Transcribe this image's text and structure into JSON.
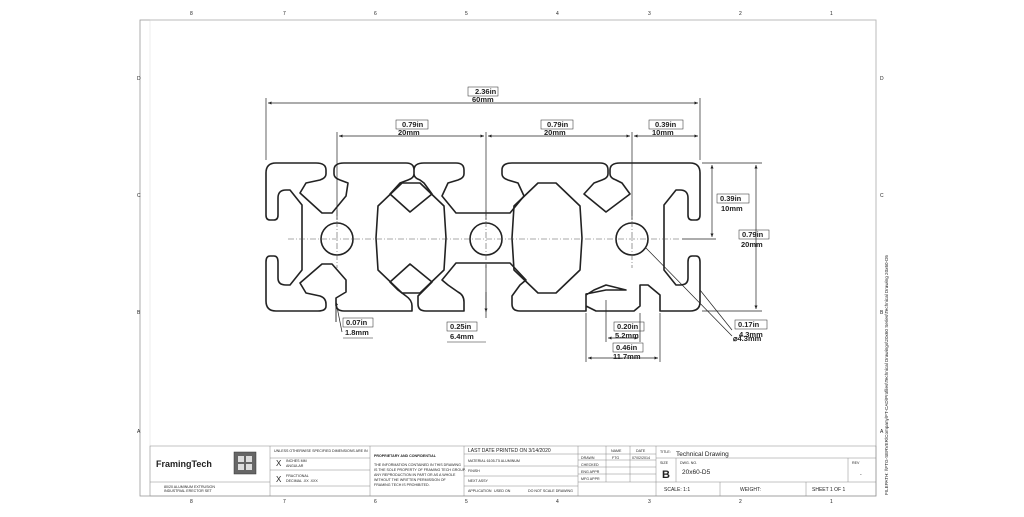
{
  "border": {
    "top_columns": [
      "8",
      "7",
      "6",
      "5",
      "4",
      "3",
      "2",
      "1"
    ],
    "bottom_columns": [
      "8",
      "7",
      "6",
      "5",
      "4",
      "3",
      "2",
      "1"
    ],
    "left_rows": [
      "D",
      "C",
      "B",
      "A"
    ],
    "right_rows": [
      "D",
      "C",
      "B",
      "A"
    ]
  },
  "dimensions": {
    "overall_width_in": "2.36in",
    "overall_width_mm": "60mm",
    "pitch1_in": "0.79in",
    "pitch1_mm": "20mm",
    "pitch2_in": "0.79in",
    "pitch2_mm": "20mm",
    "edge_in": "0.39in",
    "edge_mm": "10mm",
    "half_height_in": "0.39in",
    "half_height_mm": "10mm",
    "height_in": "0.79in",
    "height_mm": "20mm",
    "wall_in": "0.07in",
    "wall_mm": "1.8mm",
    "slot_depth_in": "0.25in",
    "slot_depth_mm": "6.4mm",
    "slot_opening_in": "0.20in",
    "slot_opening_mm": "5.2mm",
    "slot_width_in": "0.46in",
    "slot_width_mm": "11.7mm",
    "lip_in": "0.17in",
    "lip_mm": "4.3mm",
    "bore": "⌀4.3mm"
  },
  "title_block": {
    "logo": "FramingTech",
    "unit_heading": "UNLESS OTHERWISE SPECIFIED DIMENSIONS ARE IN",
    "unit_row1": "INCHES    MM",
    "unit_row2": "ANGULAR",
    "unit_row3": "FRACTIONAL",
    "unit_row4": "DECIMAL    .XX    .XXX",
    "company_line1": "80/20 ALUMINUM EXTRUSION",
    "company_line2": "INDUSTRIAL ERECTOR SET",
    "proprietary_title": "PROPRIETARY AND CONFIDENTIAL",
    "proprietary_text1": "THE INFORMATION CONTAINED IN THIS DRAWING",
    "proprietary_text2": "IS THE SOLE PROPERTY OF FRAMING TECH GROUP.",
    "proprietary_text3": "ANY REPRODUCTION IN PART OR AS A WHOLE",
    "proprietary_text4": "WITHOUT THE WRITTEN PERMISSION OF",
    "proprietary_text5": "FRAMING TECH IS PROHIBITED.",
    "last_saved": "LAST DATE PRINTED ON 3/14/2020",
    "material": "MATERIAL 6105-T5 ALUMINUM",
    "finish": "FINISH",
    "next_assy": "NEXT ASSY",
    "used_on": "USED ON",
    "application": "APPLICATION",
    "do_not_scale": "DO NOT SCALE DRAWING",
    "col_name": "NAME",
    "col_date": "DATE",
    "drawn": "DRAWN",
    "drawn_name": "FTG",
    "drawn_date": "07/02/2014",
    "checked": "CHECKED",
    "eng_appr": "ENG APPR",
    "mfg_appr": "MFG APPR",
    "title_label": "TITLE:",
    "title": "Technical Drawing",
    "size_label": "SIZE",
    "size": "B",
    "dwg_label": "DWG. NO.",
    "dwg_no": "20x60-D5",
    "rev_label": "REV",
    "rev": "-",
    "scale": "SCALE: 1:1",
    "weight": "WEIGHT:",
    "sheet": "SHEET 1 OF 1"
  },
  "side_note": "FILEPATH: \\\\FTG-SERVER\\Company\\FT-CAD\\Profiles\\Technical Drawings\\20x60 Series\\Technical Drawing 20x60-D5"
}
